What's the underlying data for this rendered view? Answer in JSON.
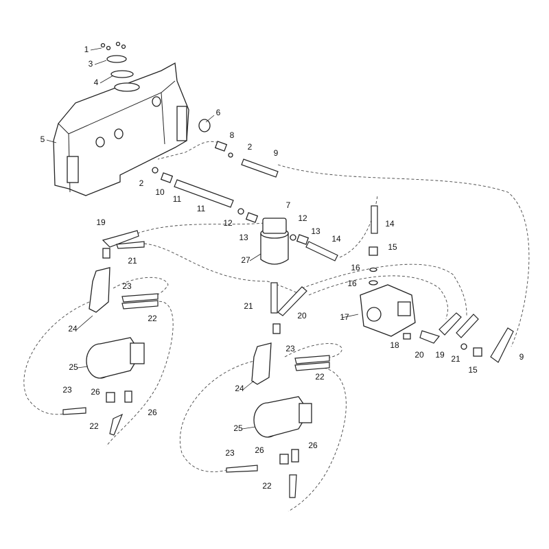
{
  "diagram": {
    "title": "Hydraulic system exploded parts diagram",
    "callouts": [
      "1",
      "3",
      "4",
      "5",
      "6",
      "8",
      "2",
      "9",
      "2",
      "10",
      "11",
      "11",
      "7",
      "12",
      "13",
      "12",
      "13",
      "14",
      "14",
      "27",
      "15",
      "16",
      "16",
      "19",
      "21",
      "23",
      "22",
      "24",
      "21",
      "20",
      "17",
      "18",
      "20",
      "19",
      "21",
      "15",
      "9",
      "25",
      "23",
      "22",
      "24",
      "23",
      "26",
      "26",
      "22",
      "25",
      "23",
      "26",
      "26",
      "22"
    ]
  }
}
